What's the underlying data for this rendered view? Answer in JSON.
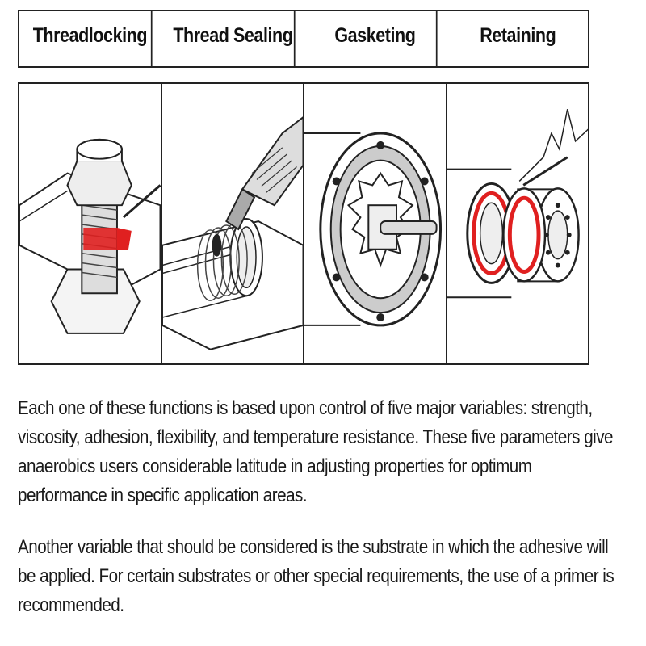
{
  "functions": [
    {
      "label": "Threadlocking",
      "icon": "bolt-nut-illustration"
    },
    {
      "label": "Thread Sealing",
      "icon": "pipe-fitting-illustration"
    },
    {
      "label": "Gasketing",
      "icon": "flange-gasket-illustration"
    },
    {
      "label": "Retaining",
      "icon": "bearing-shaft-illustration"
    }
  ],
  "colors": {
    "accent": "#e02020",
    "line": "#222222"
  },
  "paragraphs": [
    "Each one of these functions is based upon control of five major variables: strength, viscosity, adhesion, flexibility, and temperature resistance. These five parameters give anaerobics users considerable latitude in adjusting properties for optimum performance in specific application areas.",
    "Another variable that should be considered is the substrate in which the adhesive will be applied. For certain substrates or other special requirements, the use of a primer is recommended."
  ]
}
